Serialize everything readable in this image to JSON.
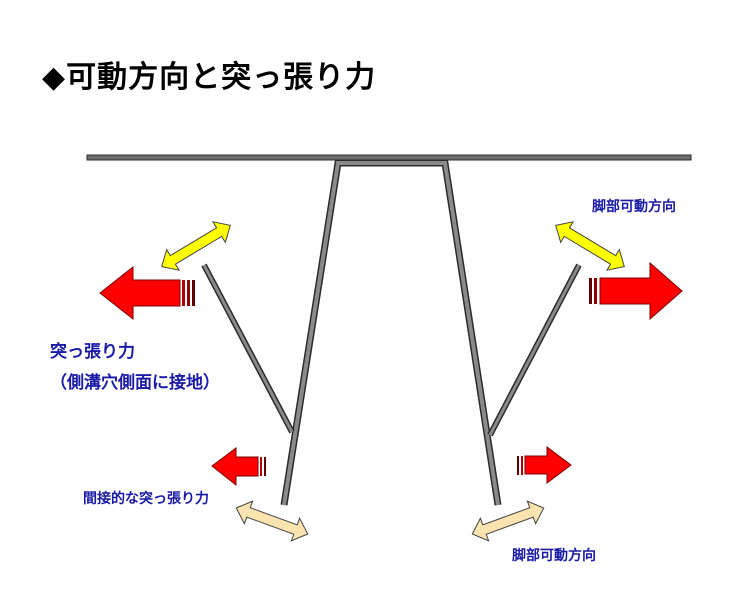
{
  "title": "◆可動方向と突っ張り力",
  "labels": {
    "leg_movable_right_top": "脚部可動方向",
    "thrust_force": "突っ張り力",
    "thrust_force_note": "（側溝穴側面に接地）",
    "indirect_thrust": "間接的な突っ張り力",
    "leg_movable_right_bottom": "脚部可動方向"
  },
  "colors": {
    "label_blue": "#1a1aa6",
    "frame_gray": "#6e6e6e",
    "frame_edge": "#2b2b2b",
    "thrust_red": "#ff0000",
    "movable_yellow": "#ffff00",
    "movable_beige": "#fce4b0"
  }
}
